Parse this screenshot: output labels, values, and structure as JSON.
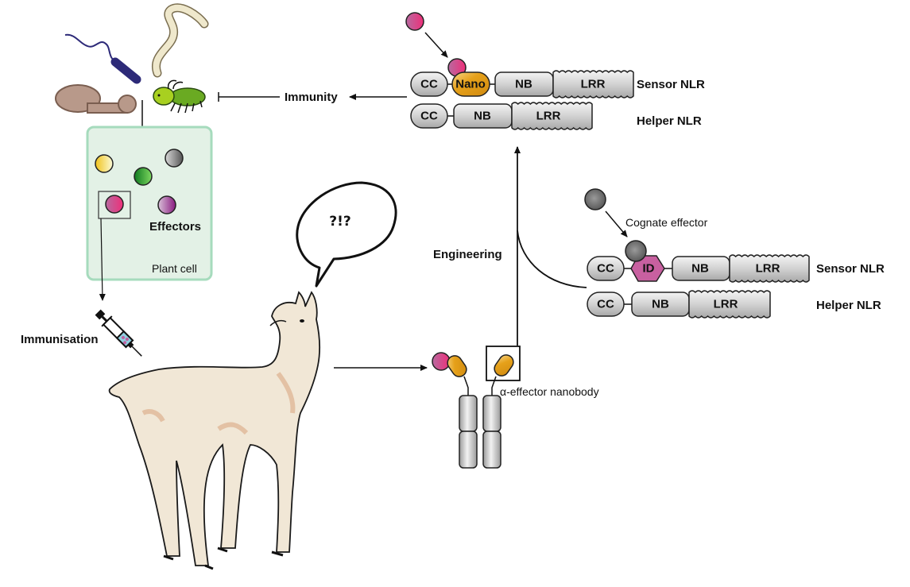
{
  "pathogens": {
    "labels": [
      "bacterium",
      "nematode",
      "fungus",
      "aphid"
    ]
  },
  "plant_cell": {
    "label": "Plant cell",
    "effectors_label": "Effectors",
    "effector_colors": [
      "#f2e23a",
      "#2e9a2e",
      "#777777",
      "#d8367a",
      "#9a4a8c"
    ],
    "fill": "#e3f1e6",
    "border": "#a6dbbd",
    "label_color": "#2a8a45"
  },
  "immunisation_label": "Immunisation",
  "speech_bubble_text": "?!?",
  "nanobody_label": "α-effector nanobody",
  "engineering_label": "Engineering",
  "immunity_label": "Immunity",
  "cognate_effector_label": "Cognate effector",
  "nano_nlr": {
    "sensor": {
      "domains": [
        "CC",
        "Nano",
        "NB",
        "LRR"
      ],
      "label": "Sensor NLR"
    },
    "helper": {
      "domains": [
        "CC",
        "NB",
        "LRR"
      ],
      "label": "Helper NLR"
    }
  },
  "id_nlr": {
    "sensor": {
      "domains": [
        "CC",
        "ID",
        "NB",
        "LRR"
      ],
      "label": "Sensor NLR"
    },
    "helper": {
      "domains": [
        "CC",
        "NB",
        "LRR"
      ],
      "label": "Helper NLR"
    }
  },
  "colors": {
    "effector_pink": "#d8367a",
    "nano_orange": "#e6a11a",
    "id_pink": "#c860a0",
    "domain_grey": "#cfcfcf",
    "grey_effector": "#6a6a6a"
  }
}
